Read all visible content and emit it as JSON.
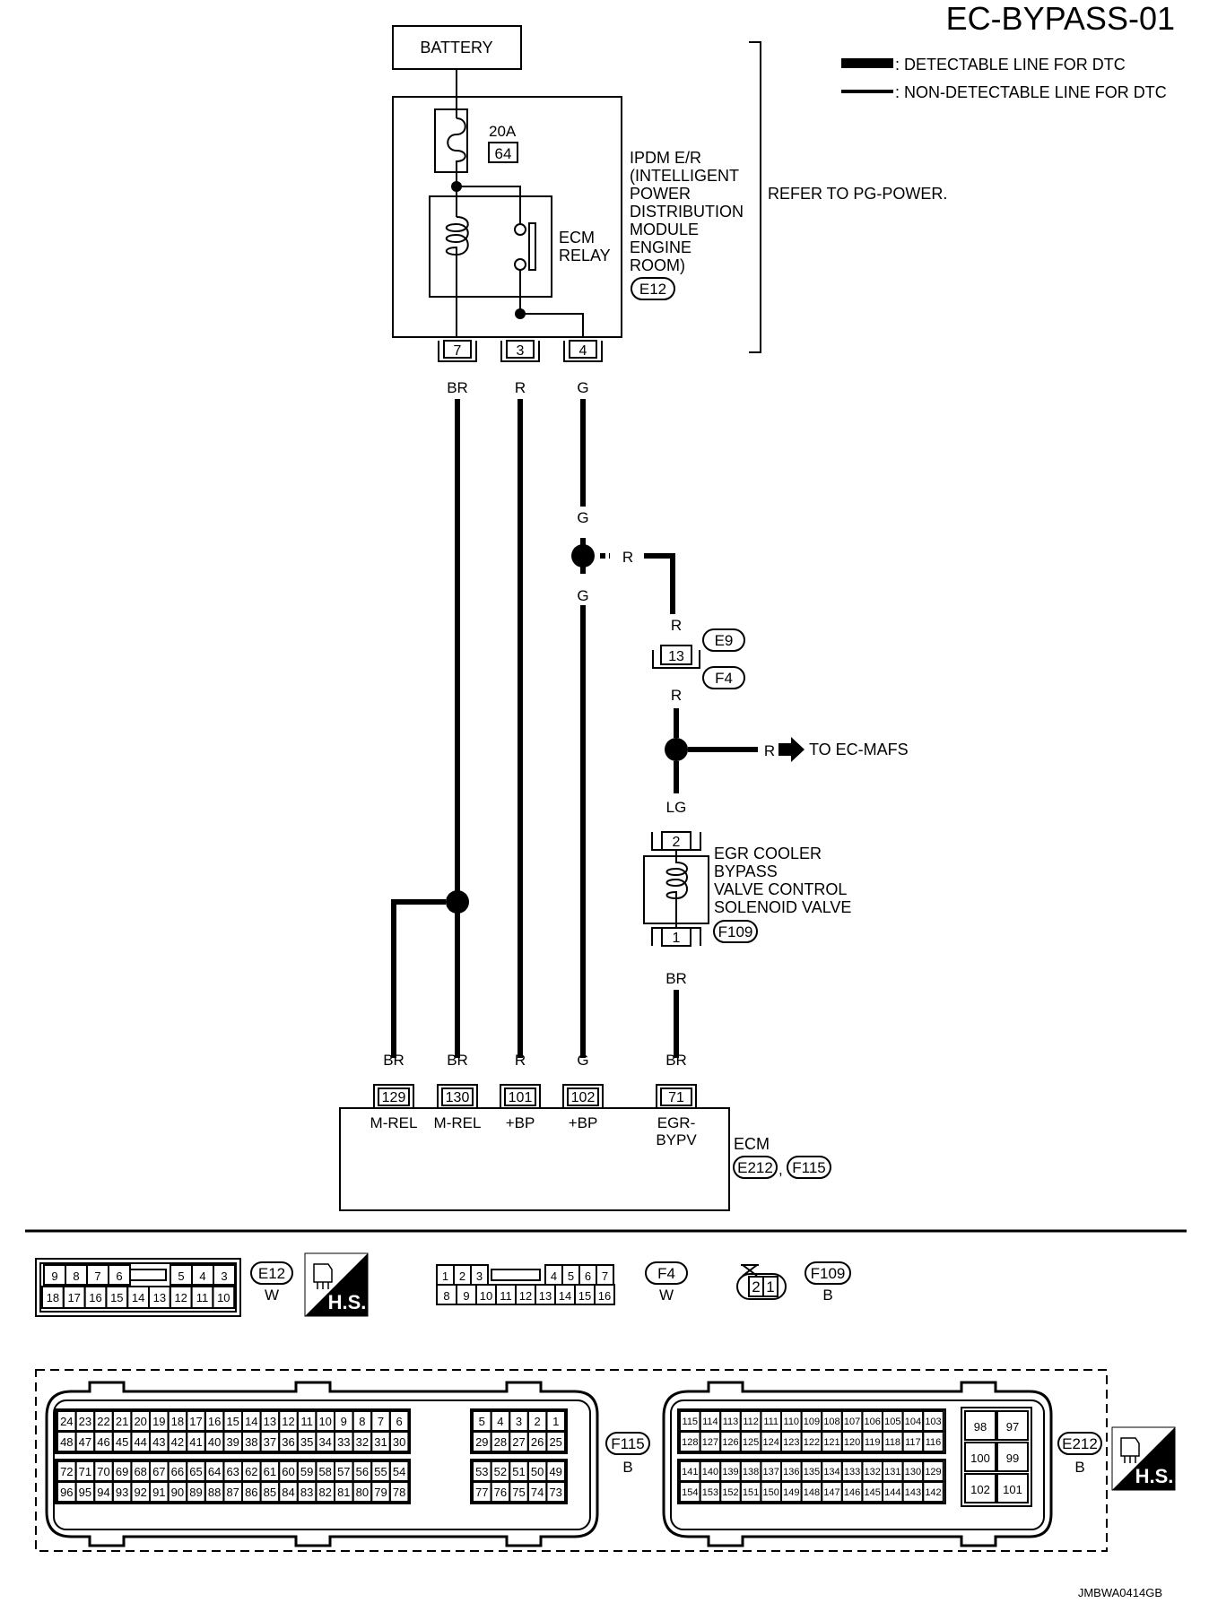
{
  "title": "EC-BYPASS-01",
  "figure_id": "JMBWA0414GB",
  "legend": {
    "detectable": ": DETECTABLE LINE FOR DTC",
    "non_detectable": ": NON-DETECTABLE LINE FOR DTC"
  },
  "battery": "BATTERY",
  "fuse": {
    "rating": "20A",
    "number": "64"
  },
  "ecm_relay": [
    "ECM",
    "RELAY"
  ],
  "ipdm": {
    "lines": [
      "IPDM E/R",
      "(INTELLIGENT",
      "POWER",
      "DISTRIBUTION",
      "MODULE",
      "ENGINE",
      "ROOM)"
    ],
    "connector": "E12"
  },
  "refer": "REFER TO PG-POWER.",
  "ipdm_pins": [
    {
      "pin": "7",
      "color": "BR"
    },
    {
      "pin": "3",
      "color": "R"
    },
    {
      "pin": "4",
      "color": "G"
    }
  ],
  "splice_g": {
    "top": "G",
    "bottom": "G",
    "branch": "R"
  },
  "joint": {
    "pin": "13",
    "connectors": [
      "E9",
      "F4"
    ],
    "color_above": "R",
    "color_below": "R"
  },
  "mafs": {
    "color": "R",
    "label": "TO EC-MAFS",
    "color_below": "LG"
  },
  "solenoid": {
    "pin_top": "2",
    "pin_bottom": "1",
    "lines": [
      "EGR COOLER",
      "BYPASS",
      "VALVE CONTROL",
      "SOLENOID VALVE"
    ],
    "connector": "F109",
    "color_below": "BR"
  },
  "ecm": {
    "label": "ECM",
    "connectors": [
      "E212",
      "F115"
    ],
    "separator": ",",
    "pins": [
      {
        "pin": "129",
        "color": "BR",
        "name": "M-REL"
      },
      {
        "pin": "130",
        "color": "BR",
        "name": "M-REL"
      },
      {
        "pin": "101",
        "color": "R",
        "name": "+BP"
      },
      {
        "pin": "102",
        "color": "G",
        "name": "+BP"
      },
      {
        "pin": "71",
        "color": "BR",
        "name": "EGR-",
        "name2": "BYPV"
      }
    ]
  },
  "connector_views": {
    "e12": {
      "row1": [
        "9",
        "8",
        "7",
        "6",
        "",
        "5",
        "4",
        "3"
      ],
      "row2": [
        "18",
        "17",
        "16",
        "15",
        "14",
        "13",
        "12",
        "11",
        "10"
      ],
      "id": "E12",
      "color": "W"
    },
    "f4": {
      "row1": [
        "1",
        "2",
        "3",
        "",
        "4",
        "5",
        "6",
        "7"
      ],
      "row2": [
        "8",
        "9",
        "10",
        "11",
        "12",
        "13",
        "14",
        "15",
        "16"
      ],
      "id": "F4",
      "color": "W"
    },
    "f109": {
      "cells": [
        "2",
        "1"
      ],
      "id": "F109",
      "color": "B"
    },
    "hs_label": "H.S.",
    "f115": {
      "id": "F115",
      "color": "B",
      "rows": [
        [
          "24",
          "23",
          "22",
          "21",
          "20",
          "19",
          "18",
          "17",
          "16",
          "15",
          "14",
          "13",
          "12",
          "11",
          "10",
          "9",
          "8",
          "7",
          "6",
          "",
          "5",
          "4",
          "3",
          "2",
          "1"
        ],
        [
          "48",
          "47",
          "46",
          "45",
          "44",
          "43",
          "42",
          "41",
          "40",
          "39",
          "38",
          "37",
          "36",
          "35",
          "34",
          "33",
          "32",
          "31",
          "30",
          "",
          "29",
          "28",
          "27",
          "26",
          "25"
        ],
        [
          "72",
          "71",
          "70",
          "69",
          "68",
          "67",
          "66",
          "65",
          "64",
          "63",
          "62",
          "61",
          "60",
          "59",
          "58",
          "57",
          "56",
          "55",
          "54",
          "",
          "53",
          "52",
          "51",
          "50",
          "49"
        ],
        [
          "96",
          "95",
          "94",
          "93",
          "92",
          "91",
          "90",
          "89",
          "88",
          "87",
          "86",
          "85",
          "84",
          "83",
          "82",
          "81",
          "80",
          "79",
          "78",
          "",
          "77",
          "76",
          "75",
          "74",
          "73"
        ]
      ]
    },
    "e212": {
      "id": "E212",
      "color": "B",
      "rows": [
        [
          "115",
          "114",
          "113",
          "112",
          "111",
          "110",
          "109",
          "108",
          "107",
          "106",
          "105",
          "104",
          "103"
        ],
        [
          "128",
          "127",
          "126",
          "125",
          "124",
          "123",
          "122",
          "121",
          "120",
          "119",
          "118",
          "117",
          "116"
        ],
        [
          "141",
          "140",
          "139",
          "138",
          "137",
          "136",
          "135",
          "134",
          "133",
          "132",
          "131",
          "130",
          "129"
        ],
        [
          "154",
          "153",
          "152",
          "151",
          "150",
          "149",
          "148",
          "147",
          "146",
          "145",
          "144",
          "143",
          "142"
        ]
      ],
      "side": [
        [
          "98",
          "97"
        ],
        [
          "100",
          "99"
        ],
        [
          "102",
          "101"
        ]
      ]
    }
  }
}
